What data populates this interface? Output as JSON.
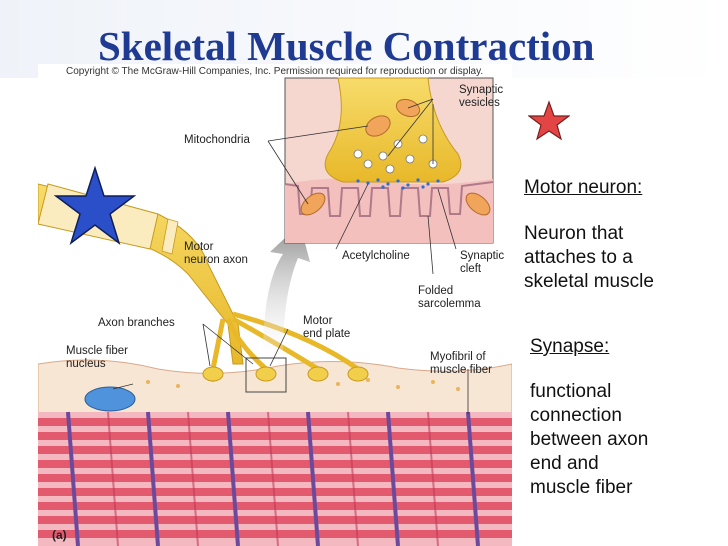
{
  "slide": {
    "title": "Skeletal Muscle Contraction"
  },
  "figure": {
    "copyright": "Copyright © The McGraw-Hill Companies, Inc. Permission required for reproduction or display.",
    "panel_label": "(a)",
    "labels": {
      "synaptic_vesicles": [
        "Synaptic",
        "vesicles"
      ],
      "mitochondria": "Mitochondria",
      "motor_neuron_axon": [
        "Motor",
        "neuron axon"
      ],
      "acetylcholine": "Acetylcholine",
      "synaptic_cleft": [
        "Synaptic",
        "cleft"
      ],
      "folded_sarcolemma": [
        "Folded",
        "sarcolemma"
      ],
      "axon_branches": "Axon branches",
      "motor_end_plate": [
        "Motor",
        "end plate"
      ],
      "muscle_fiber_nucleus": [
        "Muscle fiber",
        "nucleus"
      ],
      "myofibril": [
        "Myofibril of",
        "muscle fiber"
      ]
    }
  },
  "notes": {
    "motor_neuron": {
      "title": "Motor neuron:",
      "body": [
        "Neuron that",
        "attaches to a",
        "skeletal muscle"
      ]
    },
    "synapse": {
      "title": "Synapse:",
      "body": [
        "functional",
        "connection",
        "between axon",
        "end and",
        "muscle fiber"
      ]
    }
  },
  "colors": {
    "title": "#1f3a93",
    "blue_star": "#2b4fc9",
    "red_star": "#e34545",
    "nerve": "#f2cf4a",
    "muscle_red": "#e35a6f",
    "muscle_purple": "#6b4a9c",
    "sarcoplasm": "#f7e3d0"
  },
  "icons": [
    "blue-star-icon",
    "red-star-icon"
  ]
}
